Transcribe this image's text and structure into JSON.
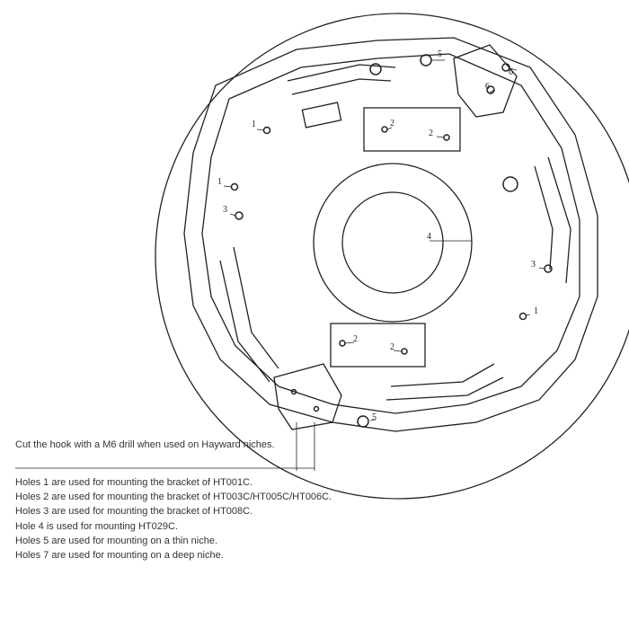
{
  "diagram": {
    "hole_labels": {
      "h1a": "1",
      "h1b": "1",
      "h1c": "1",
      "h2a": "2",
      "h2b": "2",
      "h2c": "2",
      "h2d": "2",
      "h3a": "3",
      "h3b": "3",
      "h4": "4",
      "h5a": "5",
      "h5b": "5",
      "h6a": "6",
      "h6b": "6"
    }
  },
  "cut_note": "Cut the hook with a M6 drill when used on Hayward niches.",
  "notes": [
    "Holes 1 are used for mounting the bracket of HT001C.",
    "Holes 2 are used for mounting the bracket of HT003C/HT005C/HT006C.",
    "Holes 3 are used for mounting the bracket of HT008C.",
    "Hole 4 is used for mounting HT029C.",
    "Holes 5 are used for mounting on a thin niche.",
    "Holes 7 are used for mounting on a deep niche."
  ]
}
